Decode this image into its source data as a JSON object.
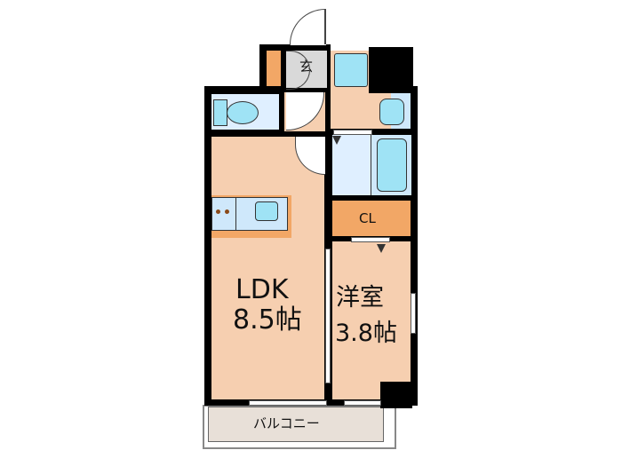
{
  "floorplan": {
    "rooms": {
      "ldk": {
        "name": "LDK",
        "size": "8.5帖"
      },
      "western_room": {
        "name": "洋室",
        "size": "3.8帖"
      },
      "closet": {
        "name": "CL"
      },
      "entrance": {
        "name": "玄"
      },
      "balcony": {
        "name": "バルコニー"
      }
    },
    "fixtures": [
      "toilet",
      "washbasin",
      "washing-machine-pan",
      "bathtub",
      "kitchen-sink",
      "stove"
    ],
    "colors": {
      "wall": "#000000",
      "wood_floor": "#f6cfb0",
      "tile_floor": "#dfefff",
      "closet": "#f2a766",
      "fixture": "#9fe3f5",
      "balcony": "#e8e0d8",
      "entrance_floor": "#d9d9d9"
    }
  }
}
